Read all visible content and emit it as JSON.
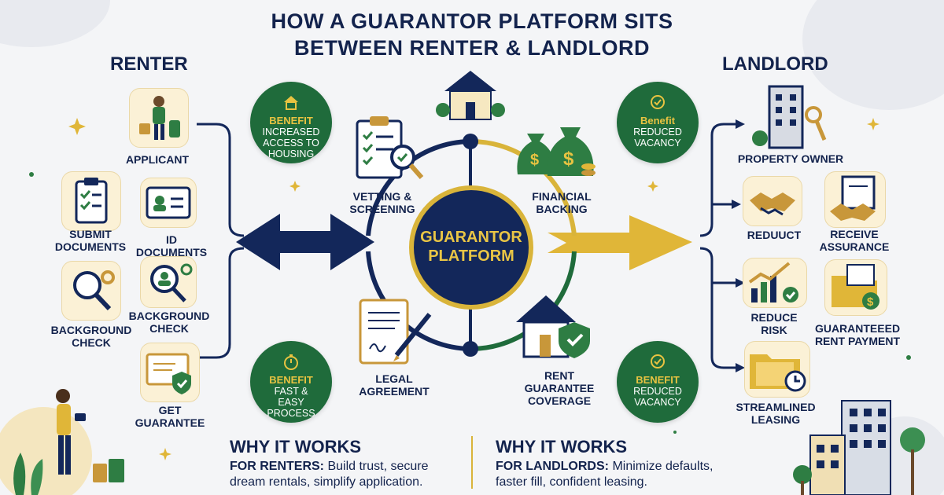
{
  "title": {
    "line1": "HOW A GUARANTOR PLATFORM SITS",
    "line2": "BETWEEN RENTER & LANDLORD"
  },
  "renter": {
    "heading": "RENTER",
    "items": [
      "APPLICANT",
      "SUBMIT DOCUMENTS",
      "ID DOCUMENTS",
      "BACKGROUND CHECK",
      "BACKGROUND CHECK",
      "GET GUARANTEE"
    ]
  },
  "landlord": {
    "heading": "LANDLORD",
    "items": [
      "PROPERTY OWNER",
      "REDUUCT",
      "RECEIVE ASSURANCE",
      "REDUCE RISK",
      "GUARANTEEED RENT PAYMENT",
      "STREAMLINED LEASING"
    ]
  },
  "center": {
    "line1": "GUARANTOR",
    "line2": "PLATFORM"
  },
  "hub": {
    "vetting": "VETTING & SCREENING",
    "financial": "FINANCIAL BACKING",
    "legal": "LEGAL AGREEMENT",
    "rent": "RENT GUARANTEE COVERAGE"
  },
  "benefits": [
    {
      "head": "BENEFIT",
      "text": "INCREASED ACCESS TO HOUSING"
    },
    {
      "head": "BENEFIT",
      "text": "FAST & EASY PROCESS"
    },
    {
      "head": "Benefit",
      "text": "REDUCED VACANCY"
    },
    {
      "head": "BENEFIT",
      "text": "REDUCED VACANCY"
    }
  ],
  "why": {
    "renters": {
      "title": "WHY IT WORKS",
      "lead": "FOR RENTERS:",
      "text": "Build trust, secure dream  rentals, simplify application."
    },
    "landlords": {
      "title": "WHY IT WORKS",
      "lead": "FOR LANDLORDS:",
      "text": "Minimize defaults, faster fill, confident leasing."
    }
  },
  "colors": {
    "navy": "#13275a",
    "gold": "#d9b43a",
    "green": "#1f6b3b",
    "card": "#fbf1d6"
  }
}
